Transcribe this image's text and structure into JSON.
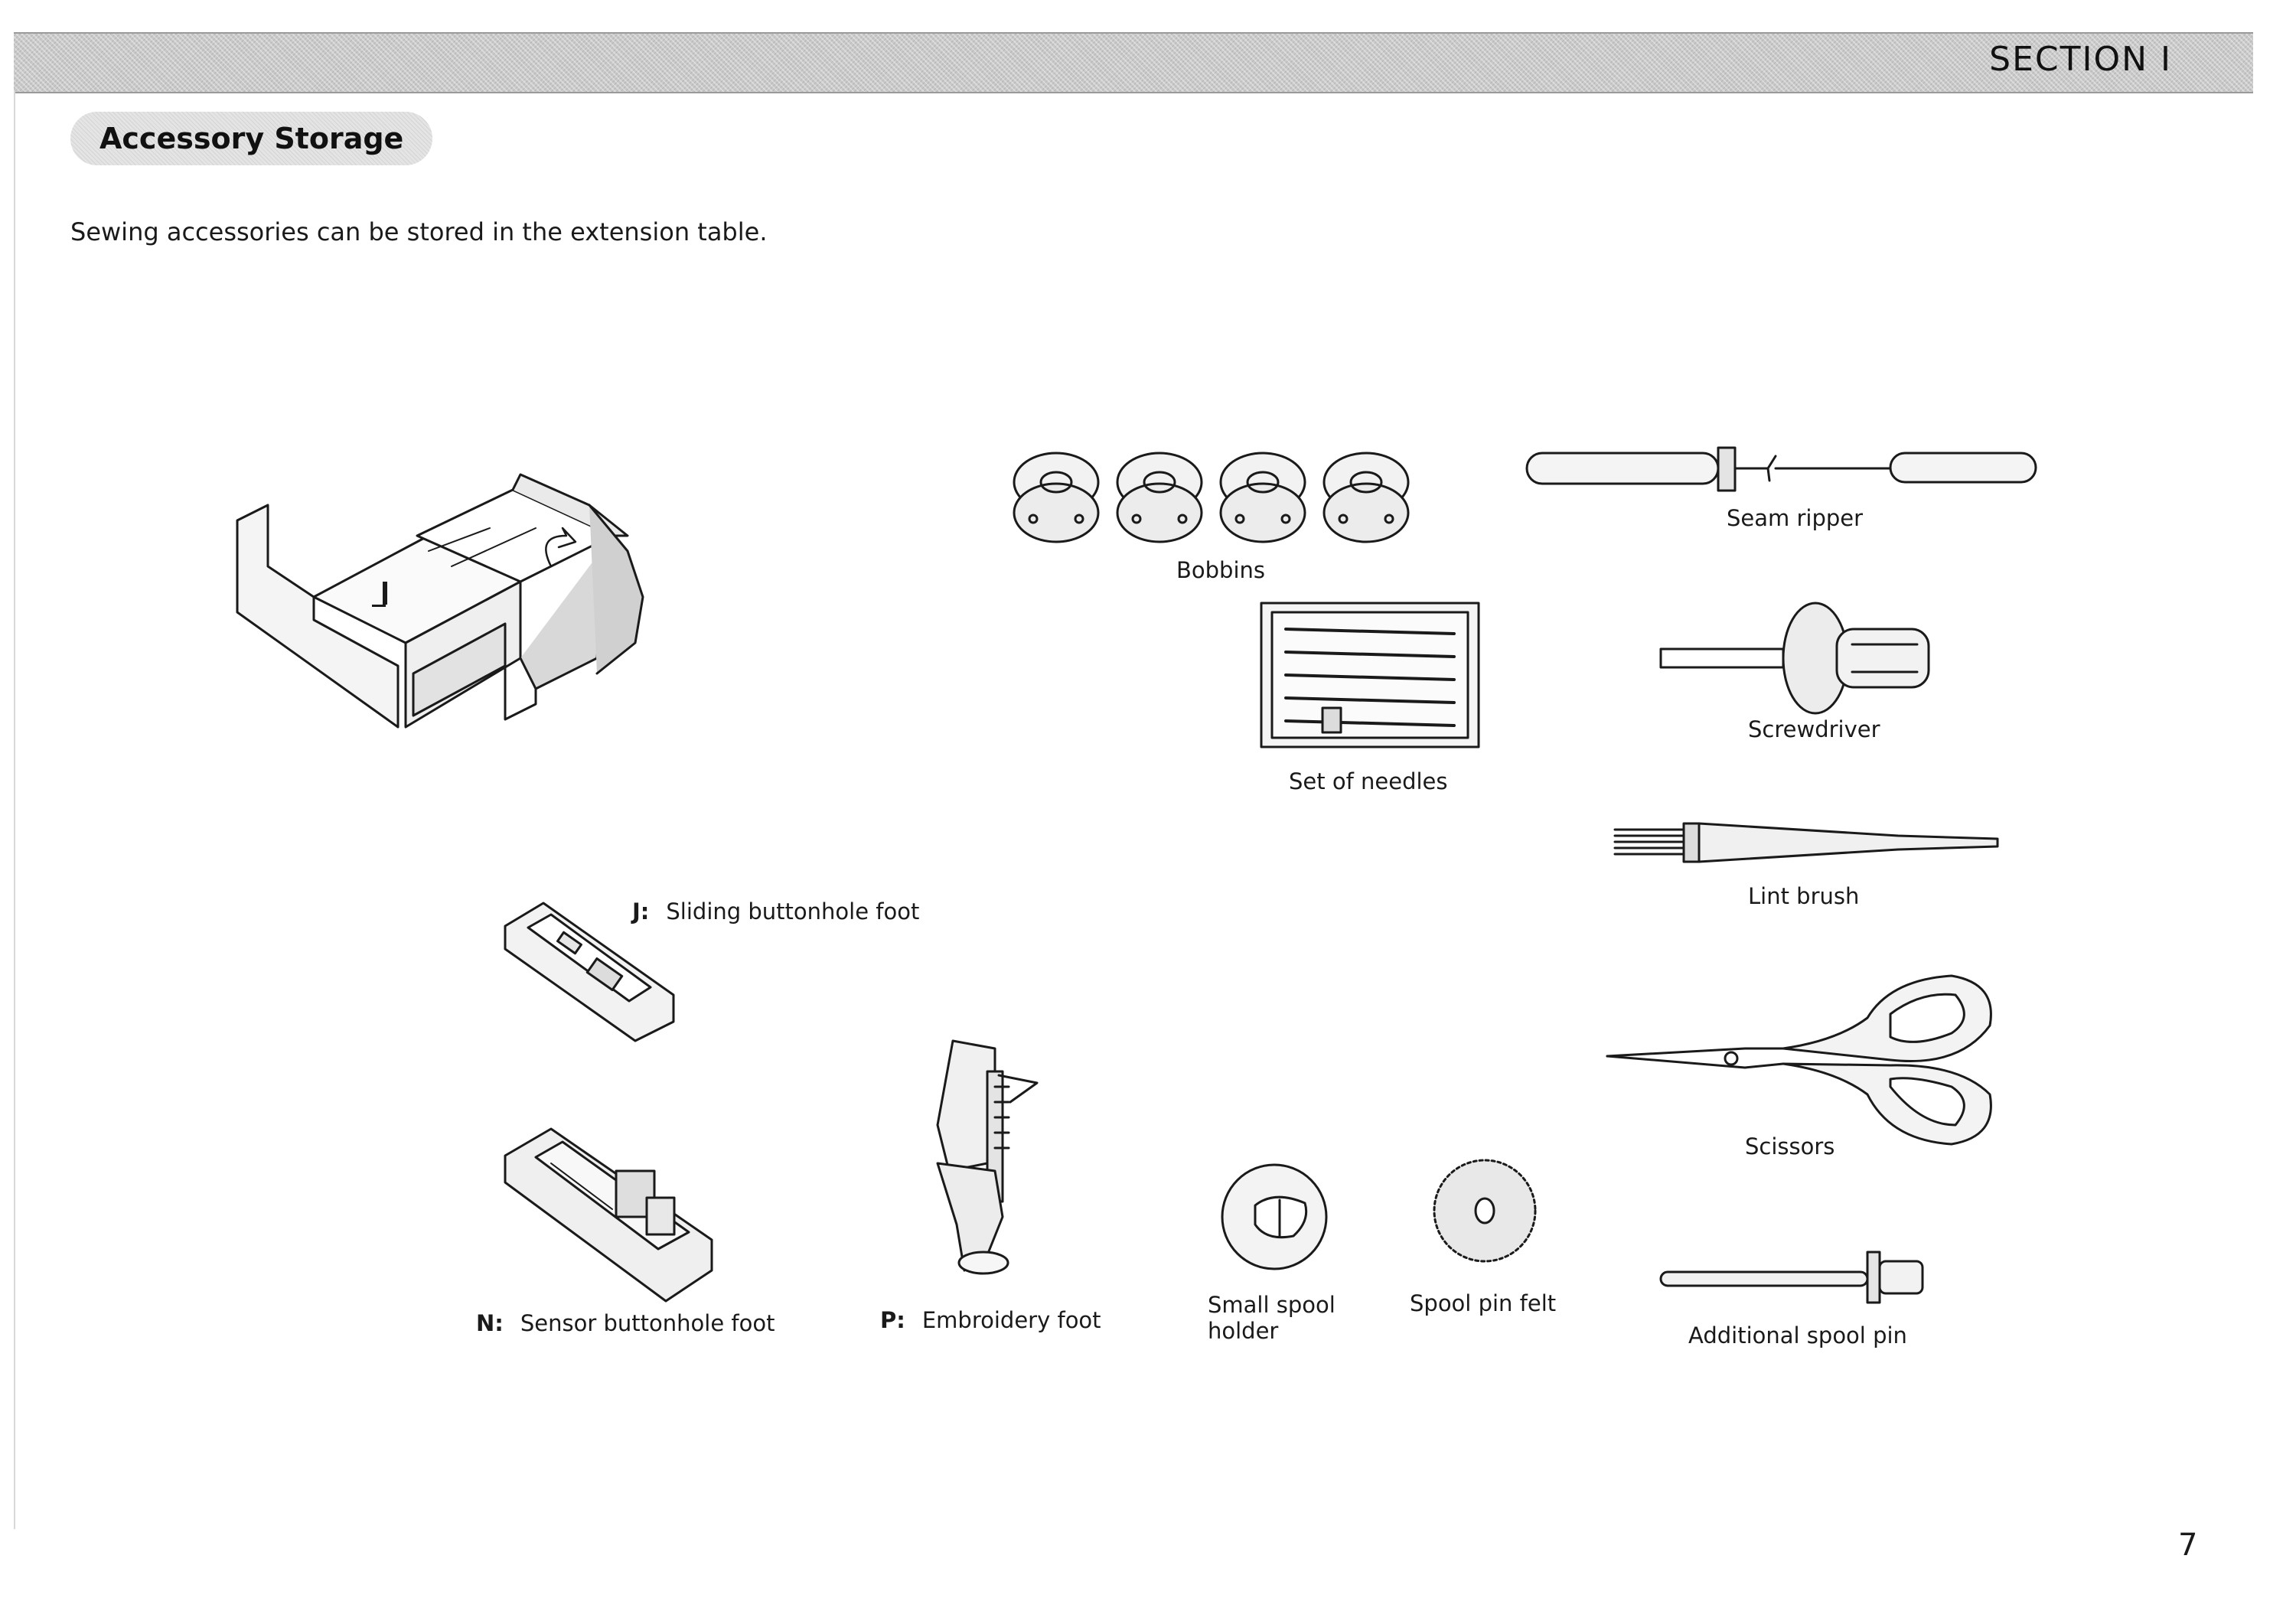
{
  "header": {
    "section": "SECTION  I"
  },
  "title": "Accessory Storage",
  "intro": "Sewing accessories can be stored in the extension table.",
  "labels": {
    "bobbins": "Bobbins",
    "needles": "Set of needles",
    "seam_ripper": "Seam ripper",
    "screwdriver": "Screwdriver",
    "lint_brush": "Lint brush",
    "scissors": "Scissors",
    "small_spool_holder_1": "Small spool",
    "small_spool_holder_2": "holder",
    "spool_pin_felt": "Spool pin felt",
    "additional_spool_pin": "Additional spool pin",
    "sliding_foot": {
      "letter": "J:",
      "name": "Sliding buttonhole foot"
    },
    "sensor_foot": {
      "letter": "N:",
      "name": "Sensor buttonhole foot"
    },
    "embroidery_foot": {
      "letter": "P:",
      "name": "Embroidery foot"
    }
  },
  "page_number": "7"
}
